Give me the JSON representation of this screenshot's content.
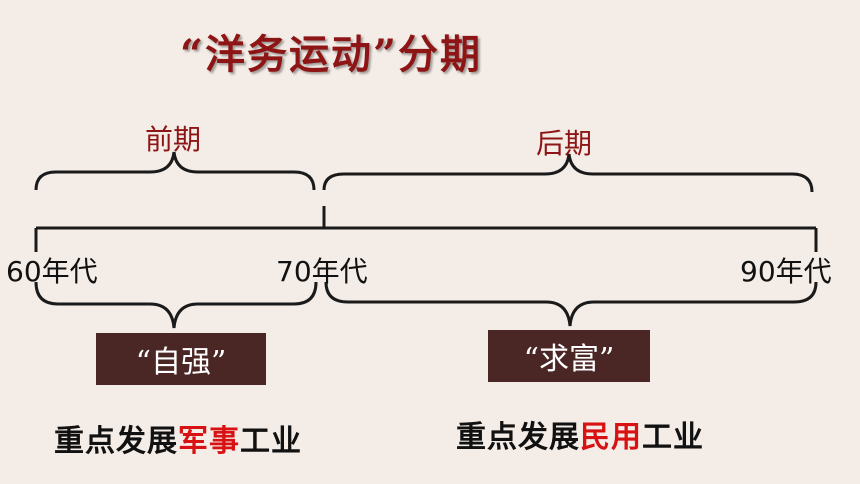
{
  "title": "“洋务运动”分期",
  "periods": {
    "early": "前期",
    "late": "后期"
  },
  "ticks": {
    "t60": "60年代",
    "t70": "70年代",
    "t90": "90年代"
  },
  "boxes": {
    "early": "“自强”",
    "late": "“求富”"
  },
  "focus": {
    "early": {
      "prefix": "重点发展",
      "highlight": "军事",
      "suffix": "工业"
    },
    "late": {
      "prefix": "重点发展",
      "highlight": "民用",
      "suffix": "工业"
    }
  },
  "colors": {
    "title": "#8e1515",
    "box": "#4a2624",
    "highlight": "#d81212",
    "background": "#f3ece7"
  }
}
